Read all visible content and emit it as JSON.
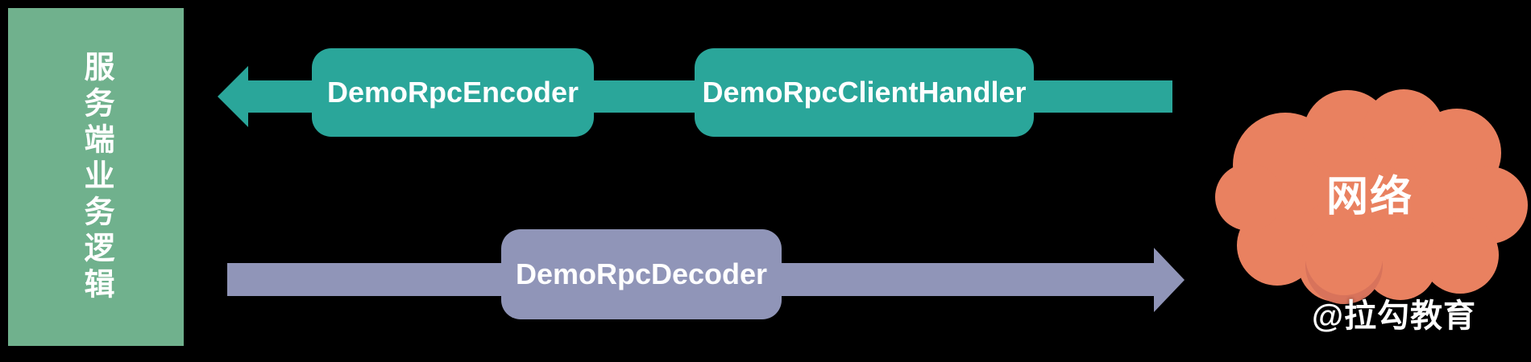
{
  "diagram": {
    "background_color": "#000000",
    "server_panel": {
      "label": "服务端业务逻辑",
      "color": "#70B18D",
      "text_color": "#FFFFFF"
    },
    "outbound_flow": {
      "description": "write path, arrow points left toward server logic",
      "arrow_color": "#2AA69A",
      "boxes": [
        {
          "label": "DemoRpcEncoder"
        },
        {
          "label": "DemoRpcClientHandler"
        }
      ]
    },
    "inbound_flow": {
      "description": "read path, arrow points right toward network",
      "arrow_color": "#9095B8",
      "boxes": [
        {
          "label": "DemoRpcDecoder"
        }
      ]
    },
    "network_cloud": {
      "label": "网络",
      "color": "#E98160",
      "shadow_color": "#D8735B",
      "text_color": "#FFFFFF"
    },
    "watermark": "@拉勾教育"
  }
}
